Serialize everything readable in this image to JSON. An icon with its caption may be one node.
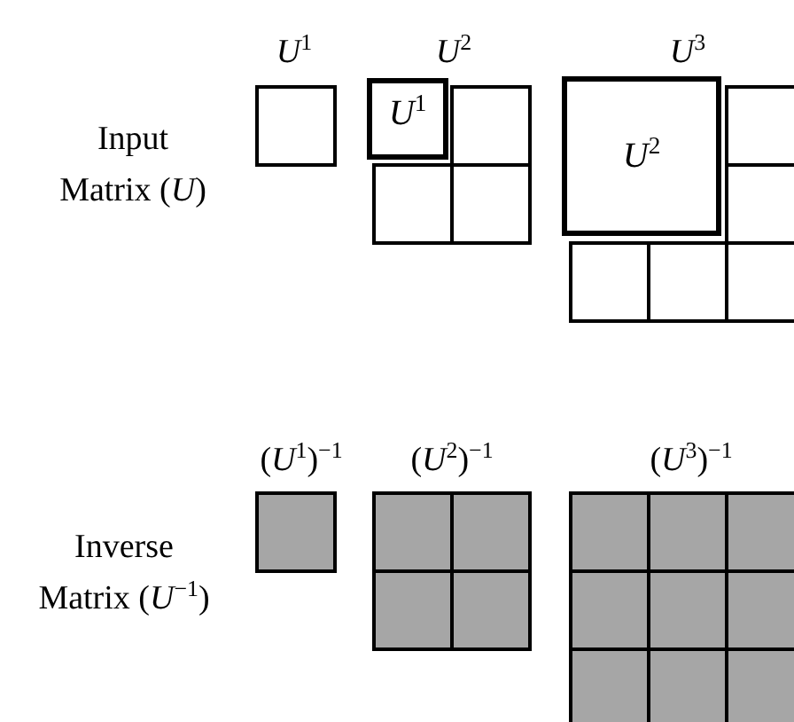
{
  "diagram": {
    "nodes": [
      {
        "text": [],
        "shape": "box"
      },
      {
        "text": [
          "*U*$^{1}$"
        ]
      },
      {
        "text": [],
        "shape": "box"
      },
      {
        "text": [],
        "shape": "box"
      },
      {
        "text": [],
        "shape": "box"
      },
      {
        "text": [
          "*U*$^{2}$"
        ]
      },
      {
        "text": [],
        "shape": "box"
      },
      {
        "text": [],
        "shape": "box"
      },
      {
        "text": [],
        "shape": "box"
      },
      {
        "text": [],
        "shape": "box"
      },
      {
        "text": [],
        "shape": "box"
      },
      {
        "text": [],
        "shape": "box"
      },
      {
        "text": [],
        "shape": "box"
      },
      {
        "text": [],
        "shape": "box"
      },
      {
        "text": [],
        "shape": "box"
      },
      {
        "text": [],
        "shape": "box"
      },
      {
        "text": [],
        "shape": "box"
      },
      {
        "text": [],
        "shape": "box"
      },
      {
        "text": [],
        "shape": "box"
      },
      {
        "text": [],
        "shape": "box"
      },
      {
        "text": [],
        "shape": "box"
      },
      {
        "text": [],
        "shape": "box"
      },
      {
        "text": [],
        "shape": "box"
      },
      {
        "text": [],
        "shape": "box"
      },
      {
        "text": [],
        "shape": "box"
      }
    ],
    "labels": [
      "*U*$^{1}$",
      "*U*$^{2}$",
      "*U*$^{3}$",
      "Input Matrix (*U*)",
      "(*U*$^{1}$)$^{−1}$",
      "(*U*$^{2}$)$^{−1}$",
      "(*U*$^{3}$)$^{−1}$",
      "Inverse Matrix (*U*$^{−1}$)"
    ]
  }
}
